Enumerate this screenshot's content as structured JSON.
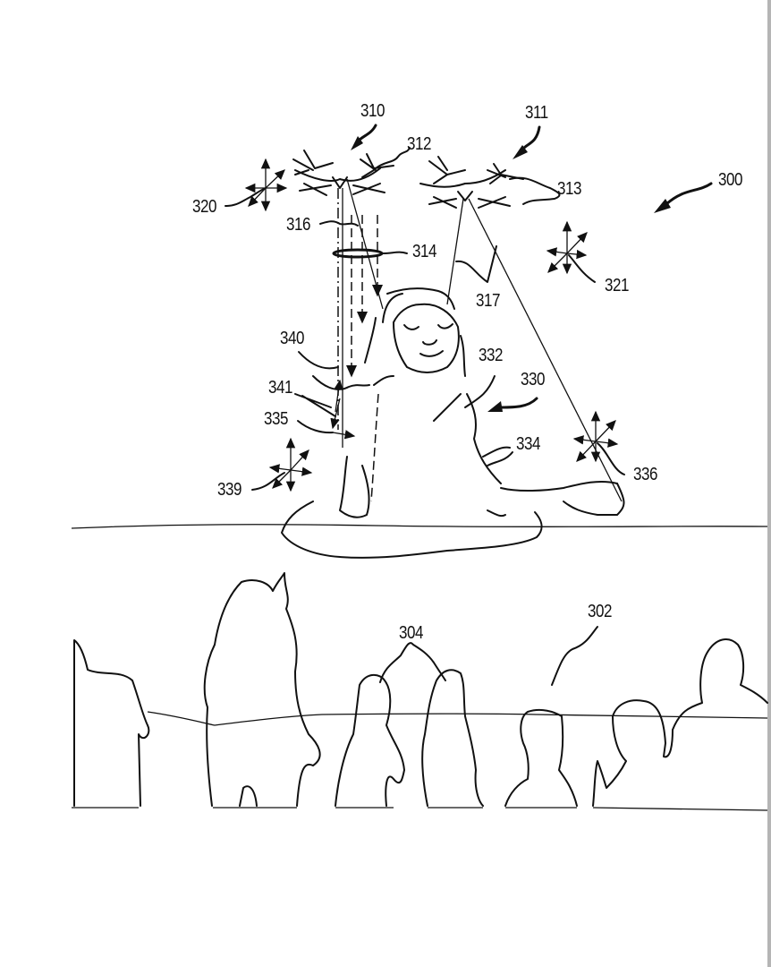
{
  "figure": {
    "id": "300",
    "description": "Patent drawing: two drones illuminating a performer figure on a stage in front of an audience"
  },
  "labels": {
    "system": "300",
    "audience_area": "302",
    "audience_members": "304",
    "drone_left": "310",
    "drone_right": "311",
    "drone_left_body": "312",
    "drone_right_body": "313",
    "light_ring": "314",
    "light_beam_left": "316",
    "light_beam_right": "317",
    "motion_left_drone": "320",
    "motion_right_drone": "321",
    "performer": "330",
    "performer_shoulder": "332",
    "performer_body": "334",
    "performer_left_arm": "335",
    "motion_right_hand": "336",
    "motion_left_body": "339",
    "performer_left_shoulder": "340",
    "reflection_arrows": "341"
  },
  "colors": {
    "ink": "#111111",
    "background": "#ffffff",
    "page_edge": "#b5b5b5"
  }
}
